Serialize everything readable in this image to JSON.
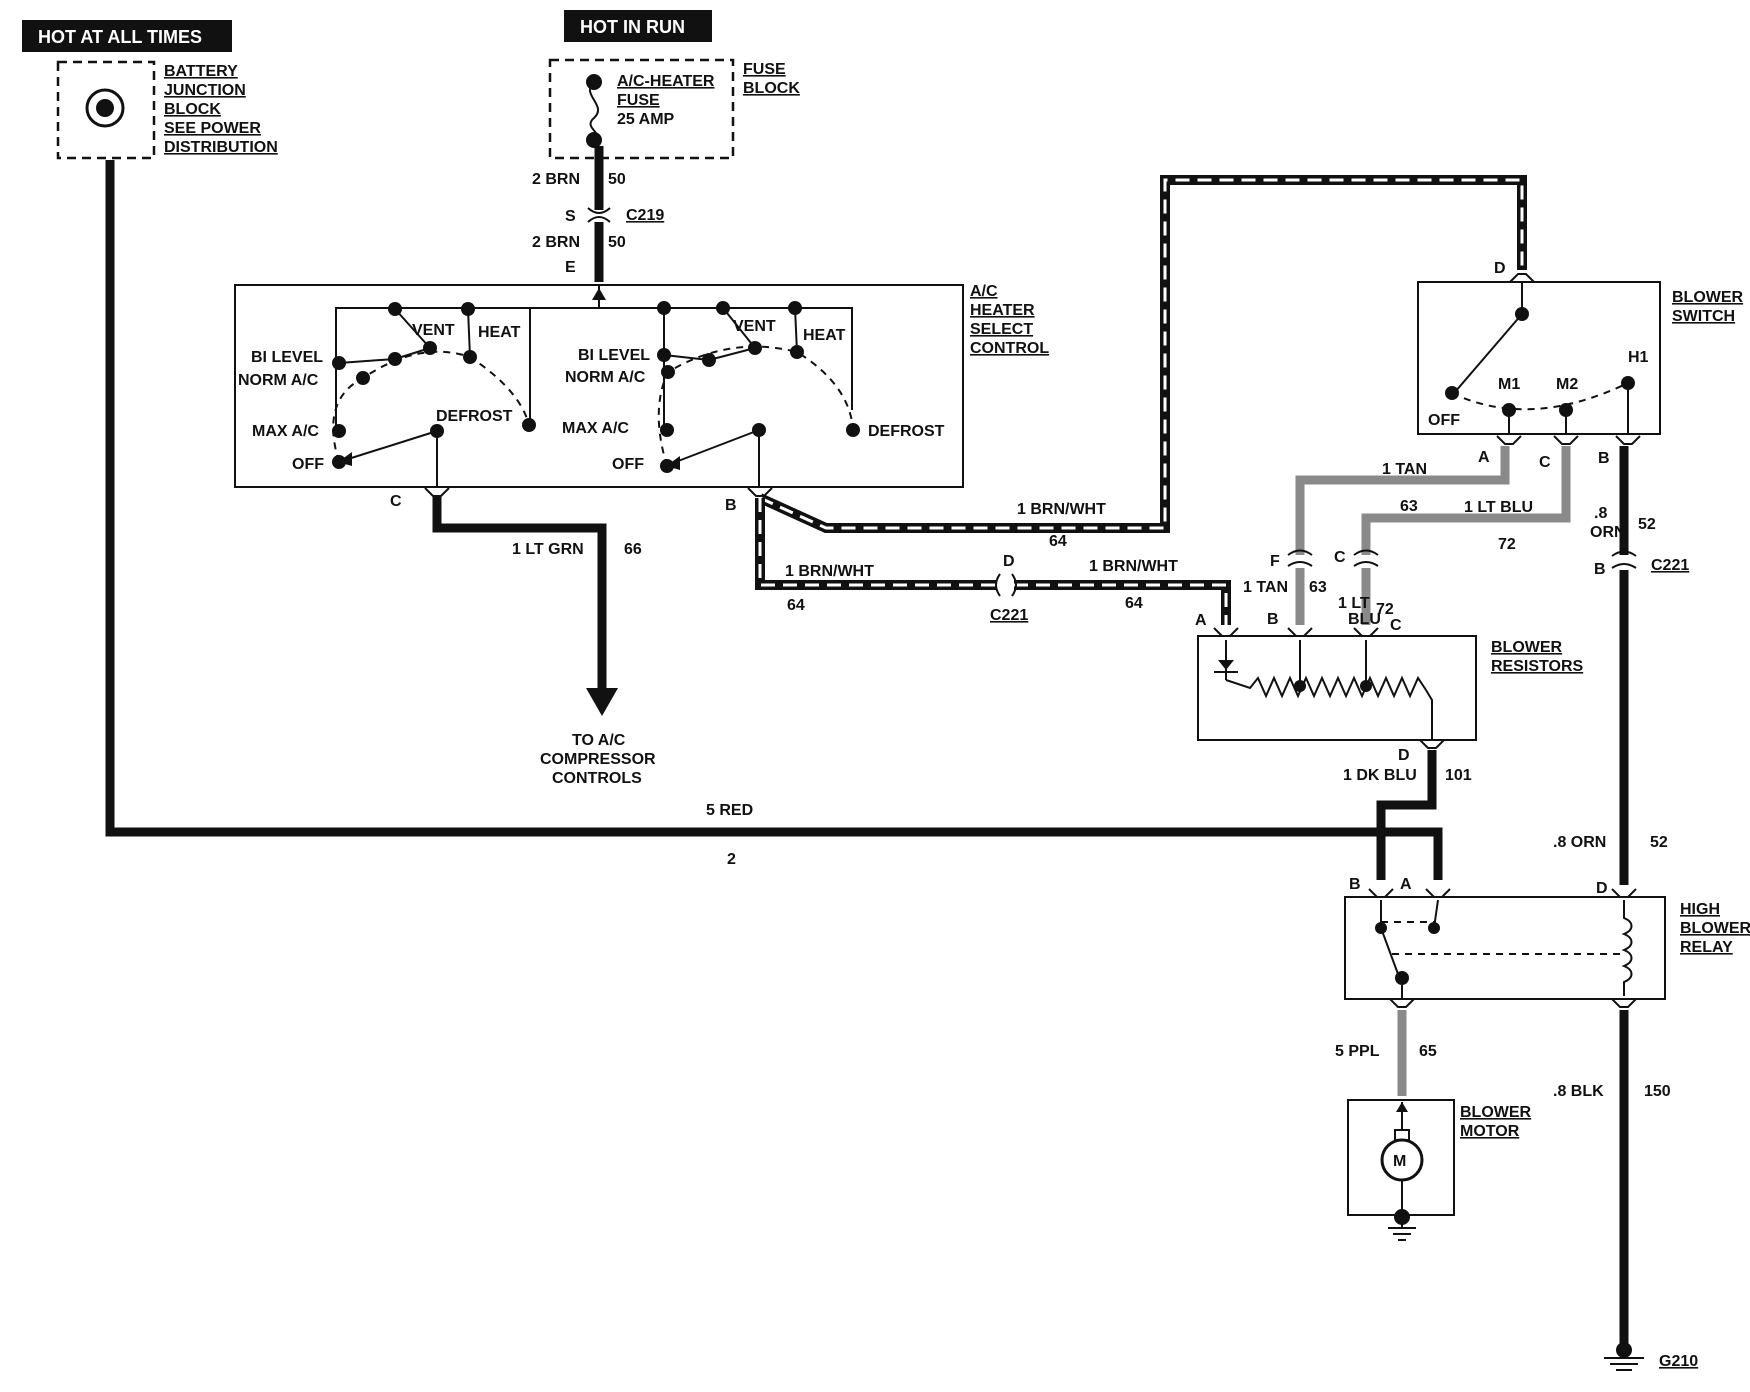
{
  "power": {
    "hot_at_all_times": "HOT AT ALL TIMES",
    "hot_in_run": "HOT IN RUN"
  },
  "components": {
    "battery_junction_block": [
      "BATTERY",
      "JUNCTION",
      "BLOCK",
      "SEE POWER",
      "DISTRIBUTION"
    ],
    "fuse_block": [
      "FUSE",
      "BLOCK"
    ],
    "fuse": [
      "A/C-HEATER",
      "FUSE",
      "25 AMP"
    ],
    "select_control": [
      "A/C",
      "HEATER",
      "SELECT",
      "CONTROL"
    ],
    "blower_switch": [
      "BLOWER",
      "SWITCH"
    ],
    "blower_resistors": [
      "BLOWER",
      "RESISTORS"
    ],
    "high_blower_relay": [
      "HIGH",
      "BLOWER",
      "RELAY"
    ],
    "blower_motor": [
      "BLOWER",
      "MOTOR"
    ],
    "motor_symbol": "M",
    "compressor_controls": [
      "TO A/C",
      "COMPRESSOR",
      "CONTROLS"
    ]
  },
  "switch_positions": {
    "bi_level": "BI LEVEL",
    "norm_ac": "NORM A/C",
    "max_ac": "MAX A/C",
    "off": "OFF",
    "vent": "VENT",
    "heat": "HEAT",
    "defrost": "DEFROST"
  },
  "blower_switch_positions": {
    "off": "OFF",
    "m1": "M1",
    "m2": "M2",
    "h1": "H1"
  },
  "wires": {
    "brn_2": "2 BRN",
    "circuit_50": "50",
    "lt_grn": "1 LT GRN",
    "circuit_66": "66",
    "brn_wht": "1 BRN/WHT",
    "circuit_64": "64",
    "tan": "1 TAN",
    "circuit_63": "63",
    "lt_blu": "1 LT BLU",
    "lt_blu_split": [
      "1 LT",
      "BLU"
    ],
    "circuit_72": "72",
    "orn_split": [
      ".8",
      "ORN"
    ],
    "orn": ".8 ORN",
    "circuit_52": "52",
    "dk_blu": "1 DK BLU",
    "circuit_101": "101",
    "red": "5 RED",
    "circuit_2": "2",
    "ppl": "5 PPL",
    "circuit_65": "65",
    "blk": ".8 BLK",
    "circuit_150": "150"
  },
  "connectors": {
    "c219": "C219",
    "c221": "C221",
    "g210": "G210"
  },
  "pins": {
    "s": "S",
    "e": "E",
    "c": "C",
    "b": "B",
    "d": "D",
    "a": "A",
    "f": "F"
  }
}
